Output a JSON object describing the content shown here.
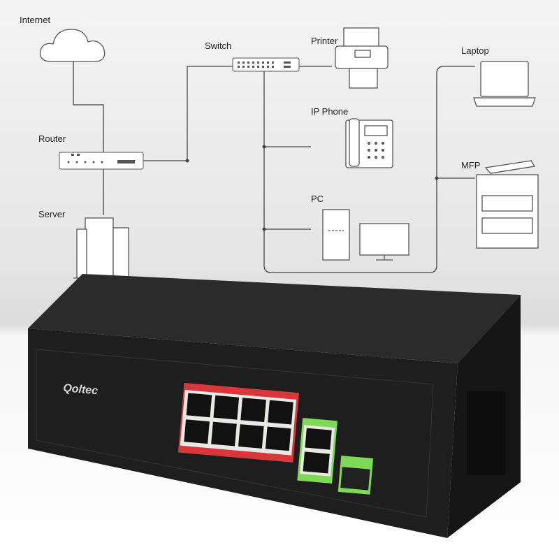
{
  "diagram": {
    "nodes": {
      "internet": "Internet",
      "switch": "Switch",
      "printer": "Printer",
      "laptop": "Laptop",
      "ip_phone": "IP Phone",
      "router": "Router",
      "mfp": "MFP",
      "pc": "PC",
      "server": "Server"
    }
  },
  "product": {
    "brand": "Qoltec",
    "poe_ports": 8,
    "uplink_ports": 2,
    "sfp_ports": 1,
    "colors": {
      "body": "#1e1e1e",
      "poe": "#d8383b",
      "uplink": "#7ed957"
    }
  }
}
